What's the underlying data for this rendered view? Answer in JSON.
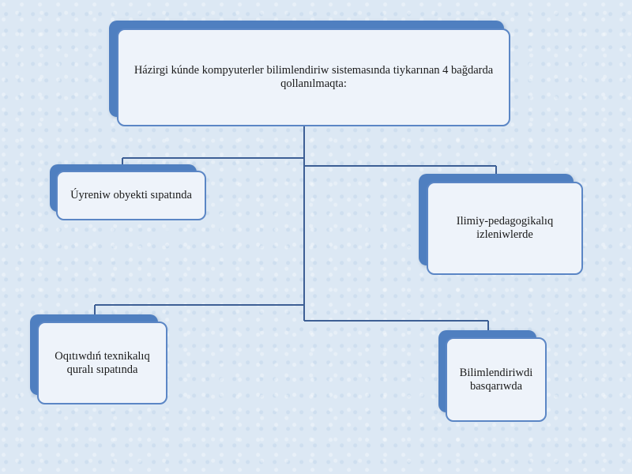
{
  "diagram": {
    "root": {
      "text": "Házirgi kúnde kompyuterler bilimlendiriw sistemasında tiykarınan 4 bağdarda qollanılmaqta:"
    },
    "nodes": [
      {
        "text": "Úyreniw obyekti sıpatında"
      },
      {
        "text": "Ilimiy-pedagogikalıq izleniwlerde"
      },
      {
        "text": "Oqıtıwdıń texnikalıq quralı sıpatında"
      },
      {
        "text": "Bilimlendiriwdi basqarıwda"
      }
    ]
  },
  "colors": {
    "box_fill": "#eef3fa",
    "box_border": "#5b86c5",
    "box_back": "#4f7fc0",
    "connector": "#3d5f95"
  }
}
